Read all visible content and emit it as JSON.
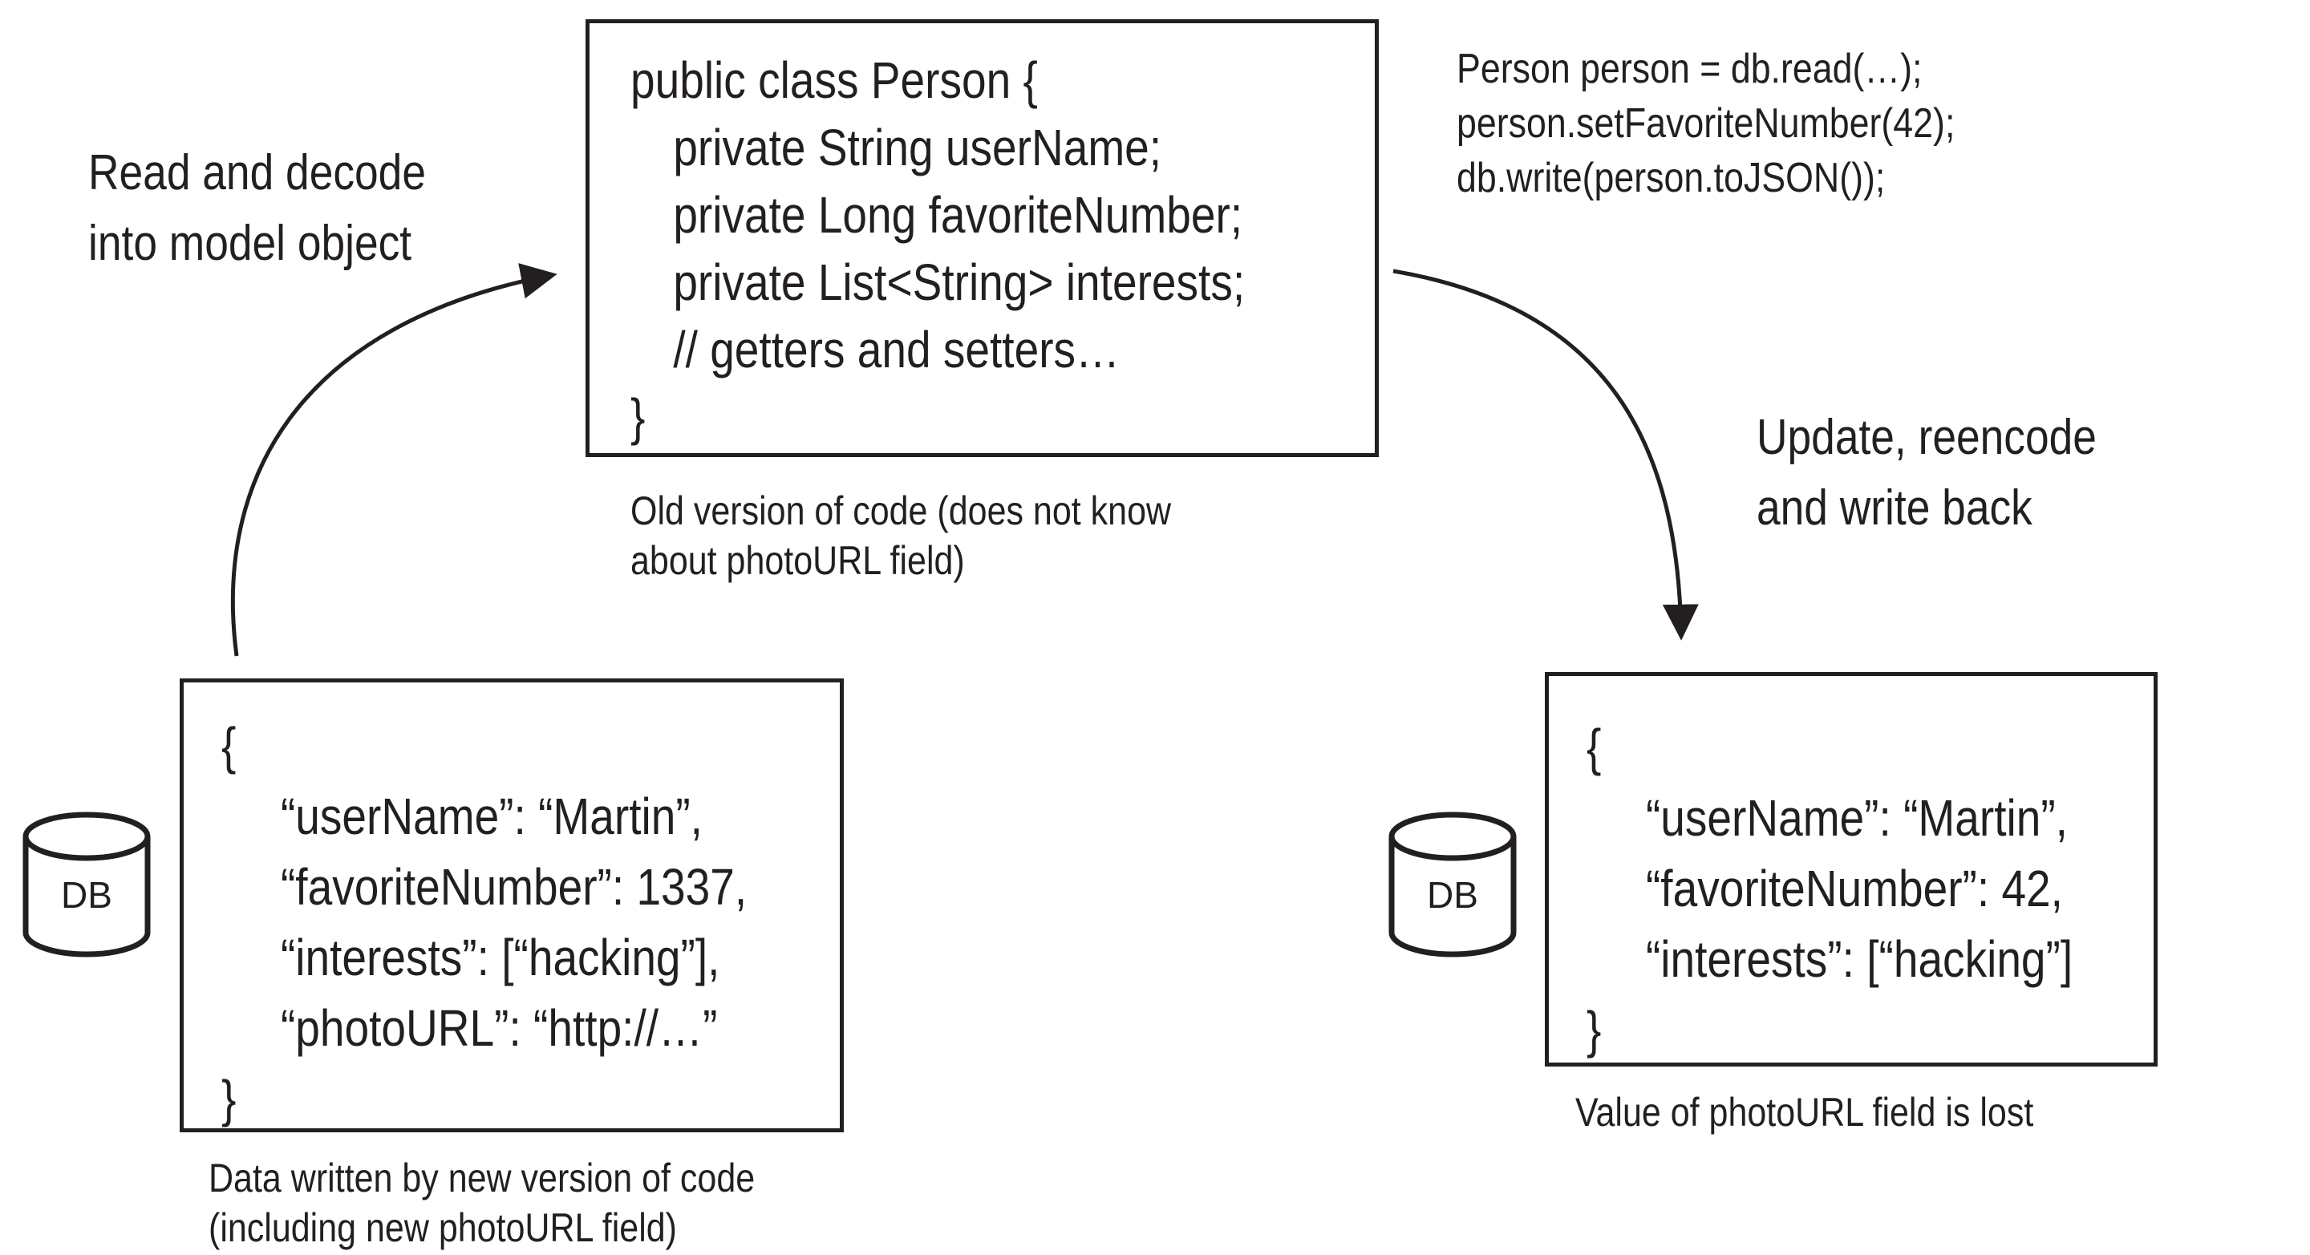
{
  "colors": {
    "ink": "#231f20",
    "background": "#ffffff"
  },
  "read_decode_label": {
    "lines": [
      "Read and decode",
      "into model object"
    ]
  },
  "update_label": {
    "lines": [
      "Update, reencode",
      "and write back"
    ]
  },
  "old_code": {
    "lines": [
      "public class Person {",
      "private String userName;",
      "private Long favoriteNumber;",
      "private List<String> interests;",
      "// getters and setters…",
      "}"
    ],
    "caption_lines": [
      "Old version of code (does not know",
      "about photoURL field)"
    ]
  },
  "new_code_snippet": {
    "lines": [
      "Person person = db.read(…);",
      "person.setFavoriteNumber(42);",
      "db.write(person.toJSON());"
    ]
  },
  "db_left": {
    "label": "DB"
  },
  "db_right": {
    "label": "DB"
  },
  "json_before": {
    "lines": [
      "{",
      "“userName”: “Martin”,",
      "“favoriteNumber”: 1337,",
      "“interests”: [“hacking”],",
      "“photoURL”: “http://…”",
      "}"
    ],
    "caption_lines": [
      "Data written by new version of code",
      "(including new photoURL field)"
    ]
  },
  "json_after": {
    "lines": [
      "{",
      "“userName”: “Martin”,",
      "“favoriteNumber”: 42,",
      "“interests”: [“hacking”]",
      "}"
    ],
    "caption_lines": [
      "Value of photoURL field is lost"
    ]
  }
}
